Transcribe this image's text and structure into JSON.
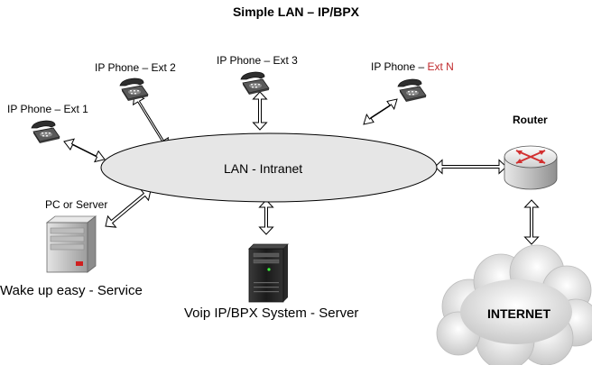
{
  "title": "Simple LAN – IP/BPX",
  "hub_label": "LAN - Intranet",
  "phones": [
    {
      "label": "IP Phone – Ext 1"
    },
    {
      "label": "IP Phone – Ext 2"
    },
    {
      "label": "IP Phone – Ext 3"
    },
    {
      "label_prefix": "IP Phone – ",
      "label_suffix": "Ext N"
    }
  ],
  "pc": {
    "label": "PC or Server",
    "caption": "Wake up easy - Service"
  },
  "voip_server": {
    "caption": "Voip IP/BPX System - Server"
  },
  "router": {
    "label": "Router"
  },
  "internet": {
    "label": "INTERNET"
  },
  "colors": {
    "accent_red": "#c0282b",
    "hub_fill": "#e6e6e6",
    "router_arrows": "#d23030"
  }
}
